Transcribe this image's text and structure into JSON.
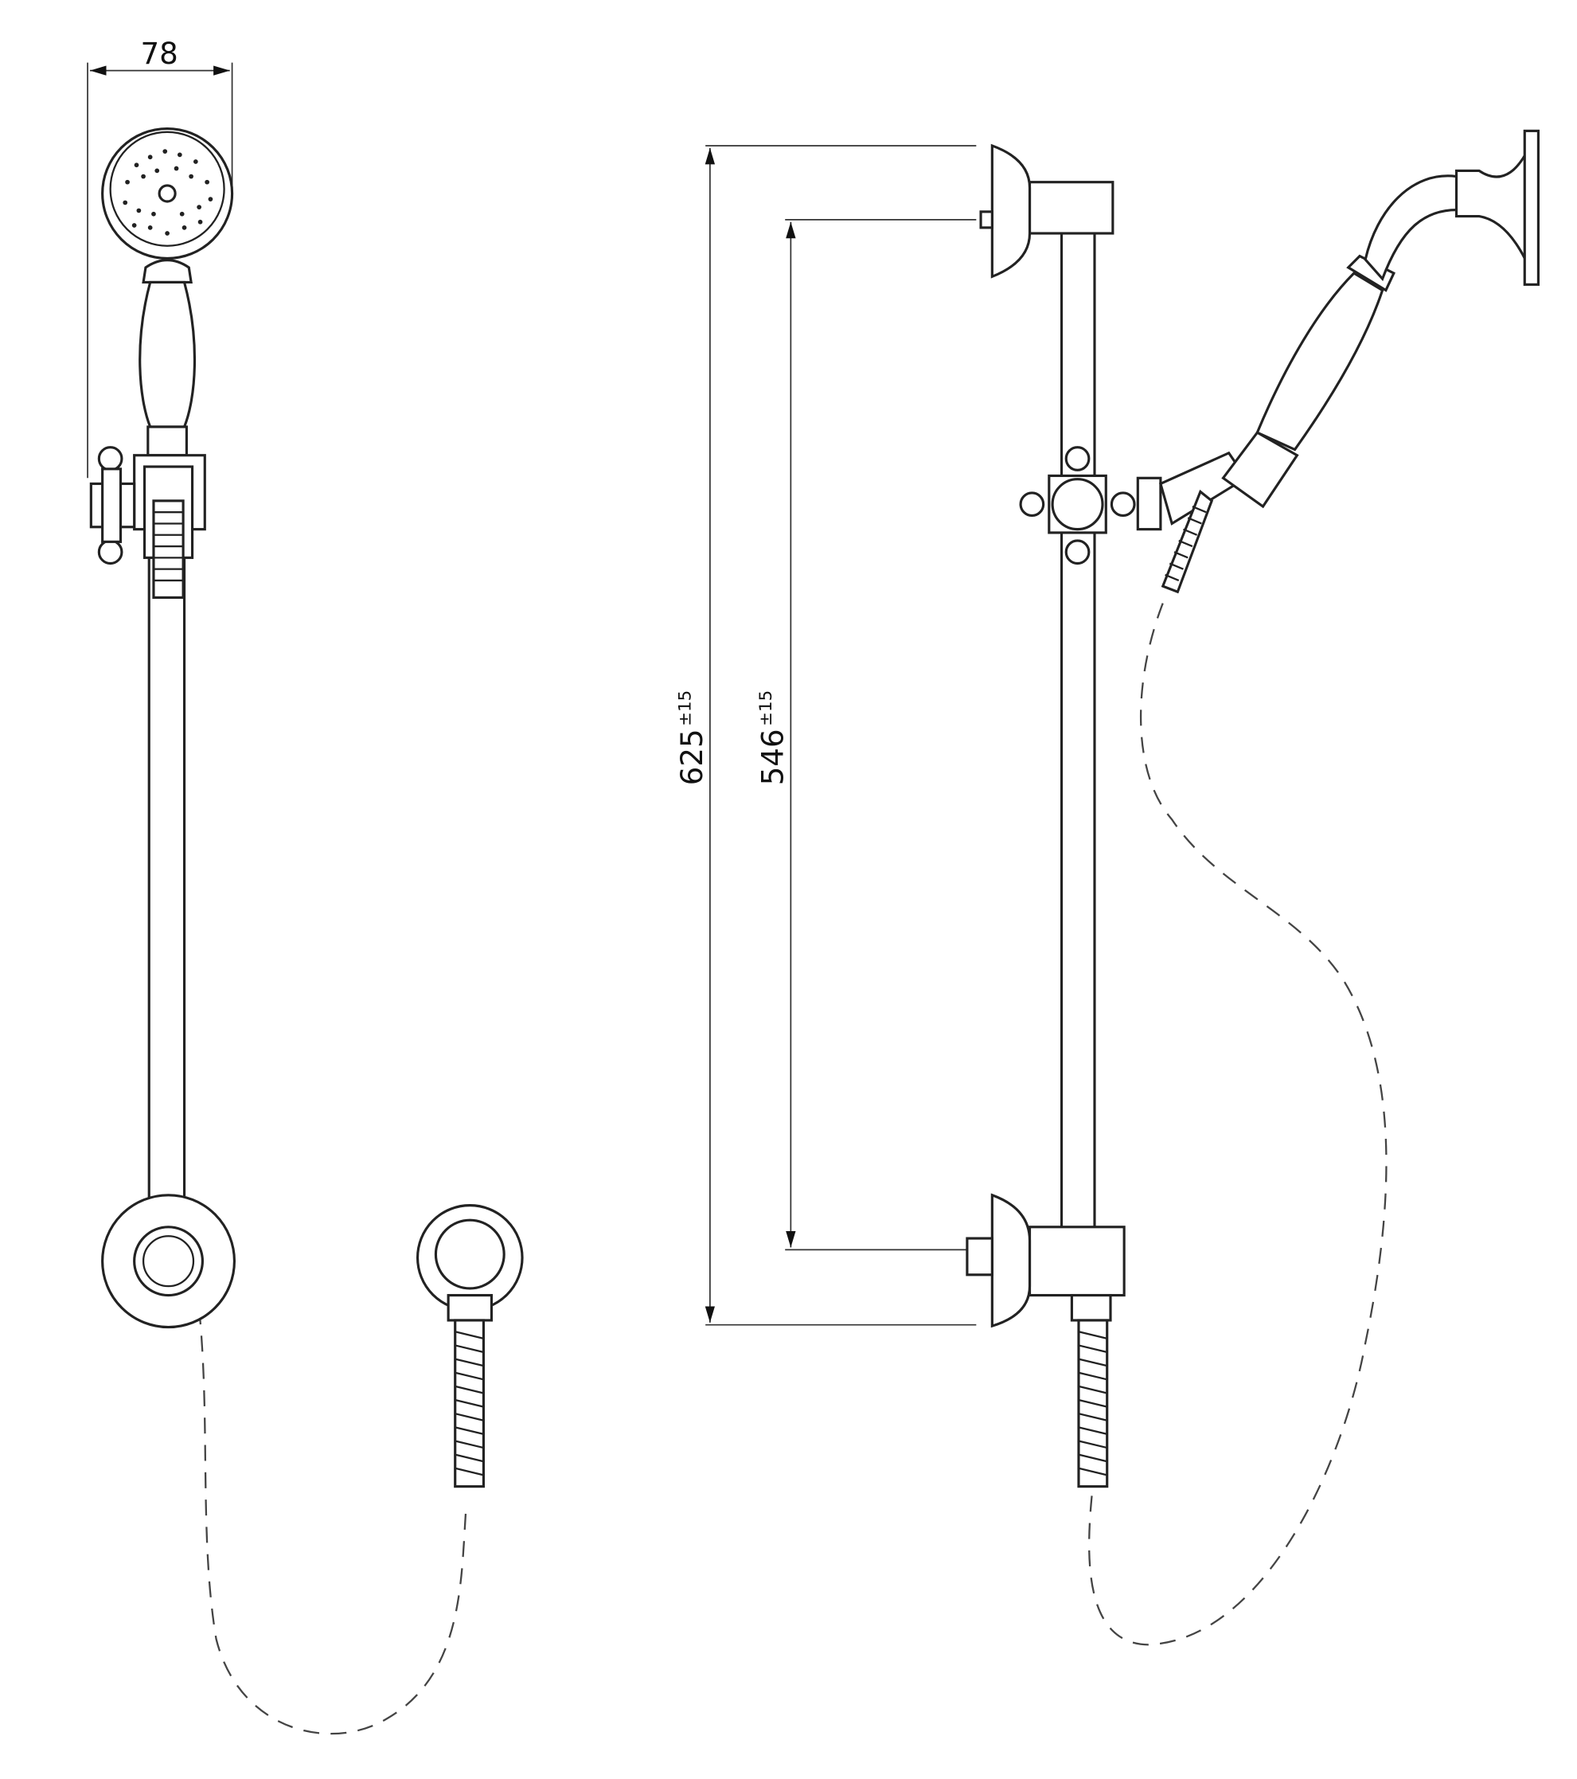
{
  "dimensions": {
    "width_label": "78",
    "overall_height": {
      "value": "625",
      "tolerance": "±15"
    },
    "fixing_centres": {
      "value": "546",
      "tolerance": "±15"
    }
  },
  "line_color": "#222222"
}
